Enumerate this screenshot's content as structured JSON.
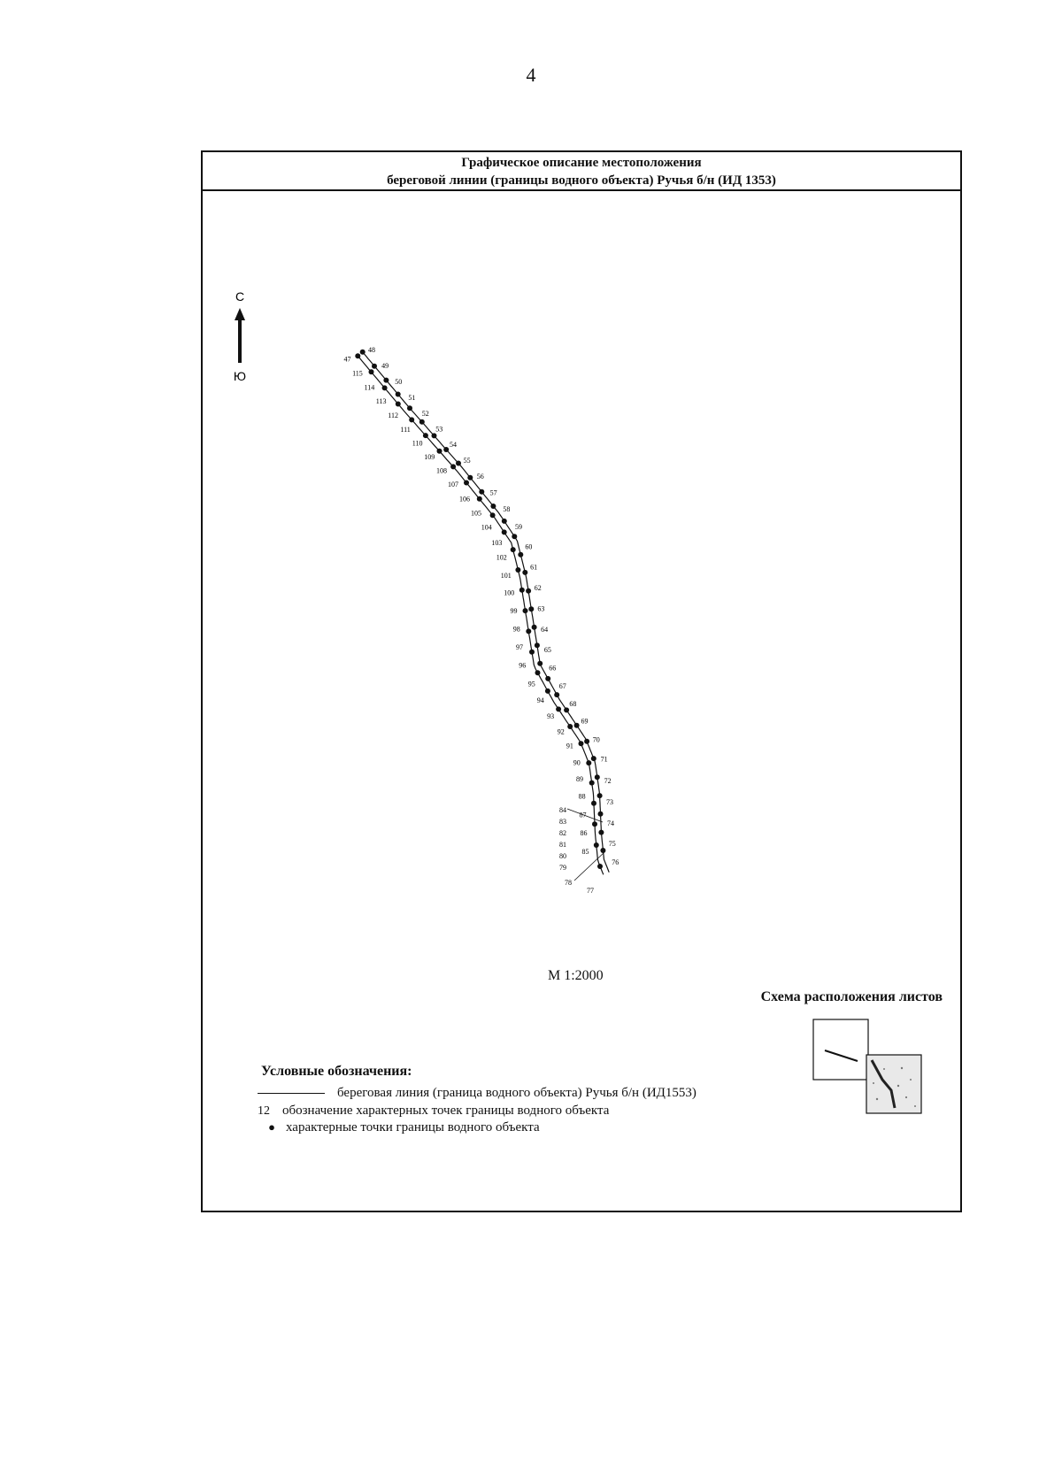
{
  "page_number": "4",
  "title_line1": "Графическое описание местоположения",
  "title_line2": "береговой линии (границы водного объекта) Ручья б/н (ИД 1353)",
  "north_label": "С",
  "south_label": "Ю",
  "scale": "М 1:2000",
  "sheet_scheme_title": "Схема расположения листов",
  "legend": {
    "title": "Условные обозначения:",
    "line_text": "береговая линия (граница водного объекта) Ручья б/н (ИД1553)",
    "number_symbol": "12",
    "number_text": "обозначение характерных точек границы водного объекта",
    "dot_symbol": "●",
    "dot_text": "характерные точки границы водного объекта"
  },
  "right_points": [
    "48",
    "49",
    "50",
    "51",
    "52",
    "53",
    "54",
    "55",
    "56",
    "57",
    "58",
    "59",
    "60",
    "61",
    "62",
    "63",
    "64",
    "65",
    "66",
    "67",
    "68",
    "69",
    "70",
    "71",
    "72",
    "73",
    "74",
    "75",
    "76"
  ],
  "left_points": [
    "47",
    "115",
    "114",
    "113",
    "112",
    "111",
    "110",
    "109",
    "108",
    "107",
    "106",
    "105",
    "104",
    "103",
    "102",
    "101",
    "100",
    "99",
    "98",
    "97",
    "96",
    "95",
    "94",
    "93",
    "92",
    "91",
    "90",
    "89",
    "88",
    "87",
    "86",
    "85"
  ],
  "bottom_labels": [
    "84",
    "83",
    "82",
    "81",
    "80",
    "79",
    "78",
    "77"
  ]
}
